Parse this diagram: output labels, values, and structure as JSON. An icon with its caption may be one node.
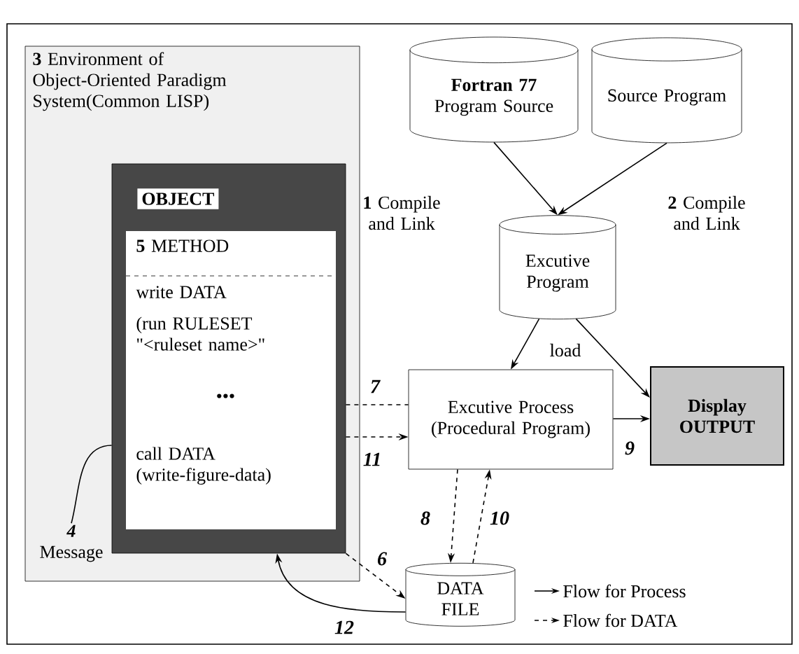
{
  "diagram": {
    "nodes": [
      {
        "text": [
          "**3** Environment of Object-Oriented Paradigm System(Common LISP)"
        ]
      },
      {
        "text": [
          "OBJECT"
        ],
        "in": 0
      },
      {
        "text": [
          "**5** METHOD",
          "write DATA",
          "(run RULESET \"<ruleset name>\"",
          "•••",
          "call DATA (write-figure-data)"
        ],
        "in": 1
      },
      {
        "text": [
          "Fortran 77",
          "Program Source"
        ]
      },
      {
        "text": [
          "Source Program"
        ]
      },
      {
        "text": [
          "Excutive Program"
        ]
      },
      {
        "text": [
          "Excutive Process (Procedural Program)"
        ]
      },
      {
        "text": [
          "Display OUTPUT"
        ]
      },
      {
        "text": [
          "DATA FILE"
        ]
      },
      {
        "text": [
          "4",
          "Message"
        ],
        "in": 0
      }
    ],
    "edges": [
      {
        "from": 3,
        "to": 5,
        "arrow": "to",
        "label": "**1** Compile and Link"
      },
      {
        "from": 4,
        "to": 5,
        "arrow": "to",
        "label": "**2** Compile and Link"
      },
      {
        "from": 5,
        "to": 6,
        "arrow": "to"
      },
      {
        "from": 5,
        "to": 7,
        "arrow": "to",
        "label": "load"
      },
      {
        "from": 6,
        "to": 7,
        "arrow": "to",
        "label": "9"
      },
      {
        "from": 1,
        "to": 6,
        "arrow": "none",
        "style": "dashed",
        "label": "7"
      },
      {
        "from": 1,
        "to": 6,
        "arrow": "to",
        "style": "dashed",
        "label": "11"
      },
      {
        "from": 6,
        "to": 8,
        "arrow": "to",
        "style": "dashed",
        "label": "8"
      },
      {
        "from": 8,
        "to": 6,
        "arrow": "to",
        "style": "dashed",
        "label": "10"
      },
      {
        "from": 1,
        "to": 8,
        "arrow": "to",
        "style": "dashed",
        "label": "6"
      },
      {
        "from": 8,
        "to": 1,
        "arrow": "to",
        "label": "12"
      },
      {
        "from": 9,
        "to": 1,
        "arrow": "none"
      }
    ],
    "legend": [
      {
        "text": "Flow for Process"
      },
      {
        "text": "Flow for DATA"
      }
    ]
  }
}
